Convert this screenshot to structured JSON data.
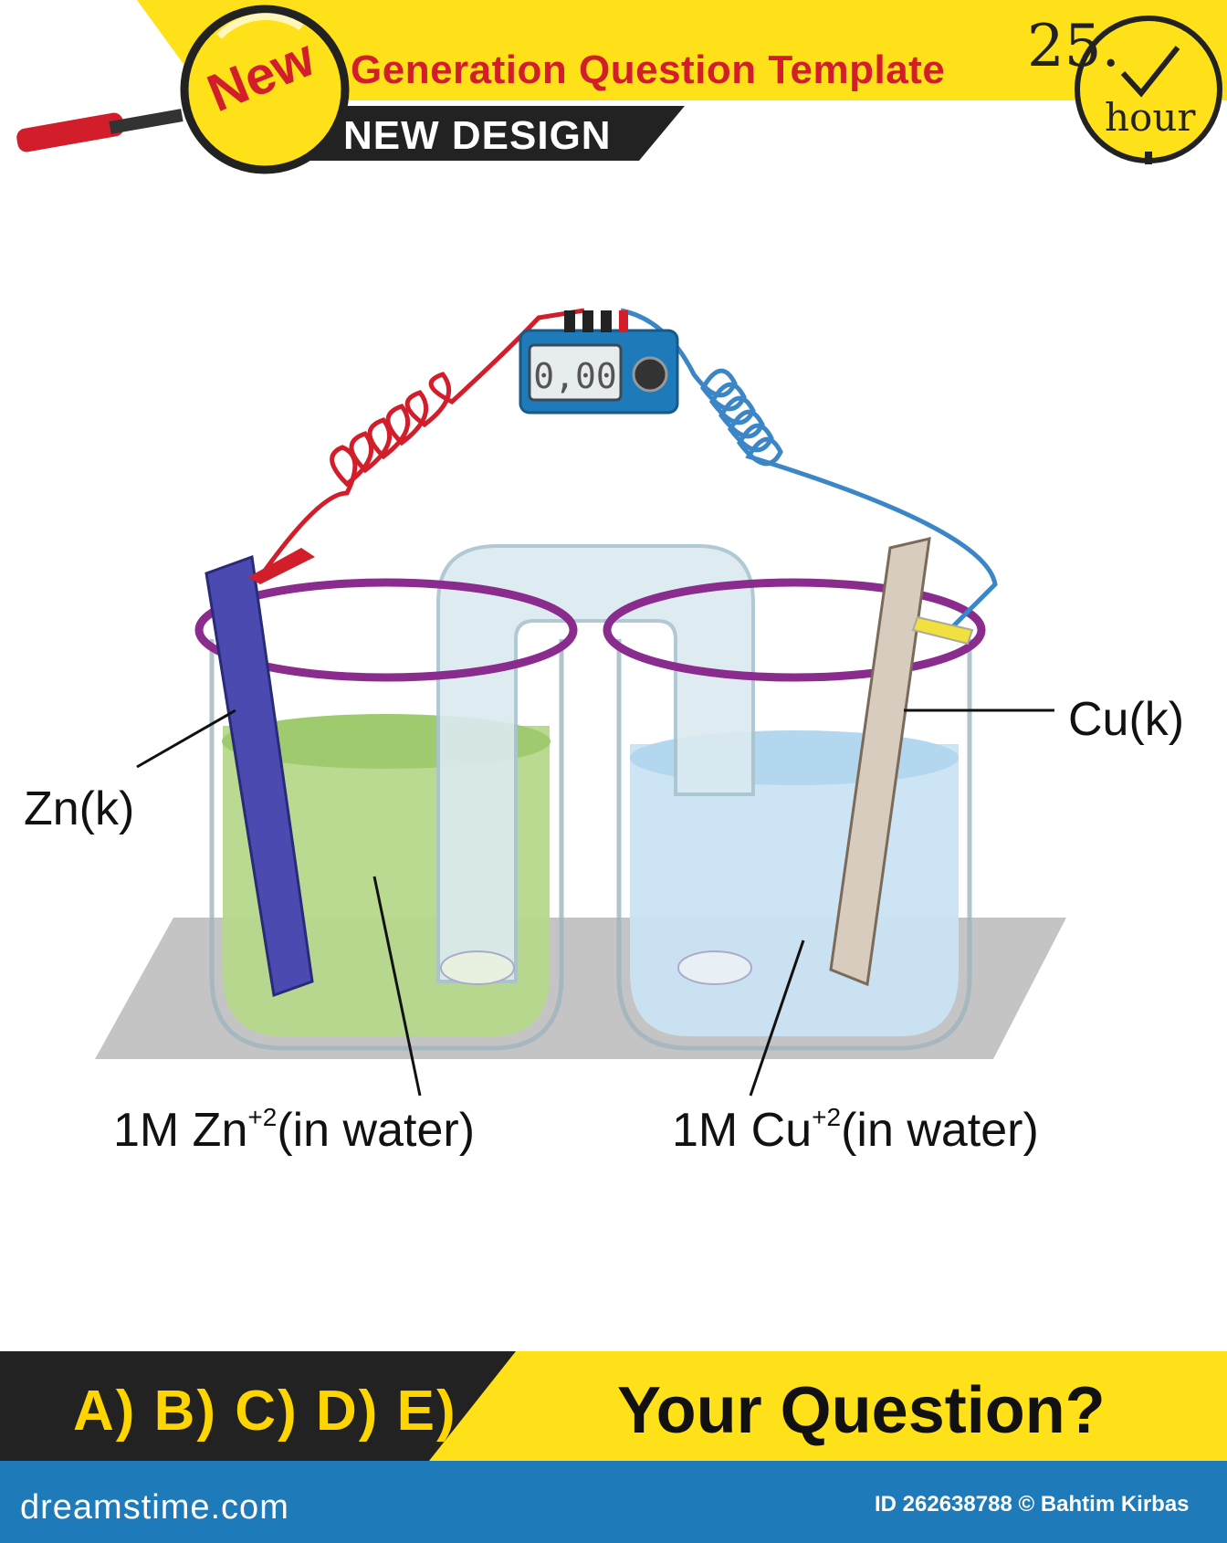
{
  "header": {
    "badge": "New",
    "title": "Generation Question Template",
    "subtitle": "NEW DESIGN"
  },
  "timer": {
    "number": "25.",
    "unit": "hour"
  },
  "diagram": {
    "meter_reading": "0,00",
    "zn_electrode_label": "Zn(k)",
    "cu_electrode_label": "Cu(k)",
    "zn_solution": {
      "prefix": "1M Zn",
      "charge": "+2",
      "suffix": "(in water)"
    },
    "cu_solution": {
      "prefix": "1M Cu",
      "charge": "+2",
      "suffix": "(in water)"
    },
    "colors": {
      "zn_solution": "#b5d88a",
      "cu_solution": "#c9e3f3",
      "zn_wire": "#d21d2a",
      "cu_wire": "#3b86c6",
      "ring": "#8a2b8e",
      "zn_plate": "#4a4ab0",
      "cu_plate": "#d8ccbf"
    }
  },
  "footer": {
    "answer_options": "A) B) C) D) E)",
    "question_prompt": "Your Question?",
    "brand": "dreamstime.com",
    "image_id": "ID 262638788 © Bahtim Kirbas"
  },
  "theme": {
    "accent_yellow": "#ffe11a",
    "dark": "#222222",
    "footer_blue": "#1e7ab8"
  }
}
